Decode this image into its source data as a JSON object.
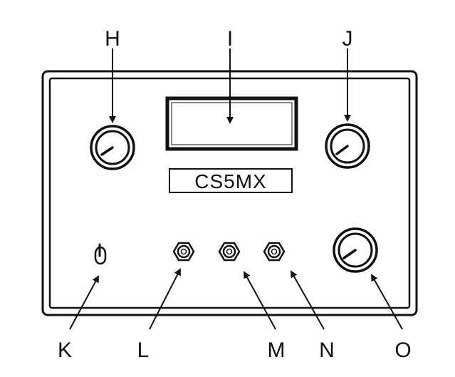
{
  "callouts": {
    "H": "H",
    "I": "I",
    "J": "J",
    "K": "K",
    "L": "L",
    "M": "M",
    "N": "N",
    "O": "O"
  },
  "panel": {
    "model_label": "CS5MX"
  },
  "colors": {
    "ink": "#111111",
    "paper": "#ffffff"
  }
}
